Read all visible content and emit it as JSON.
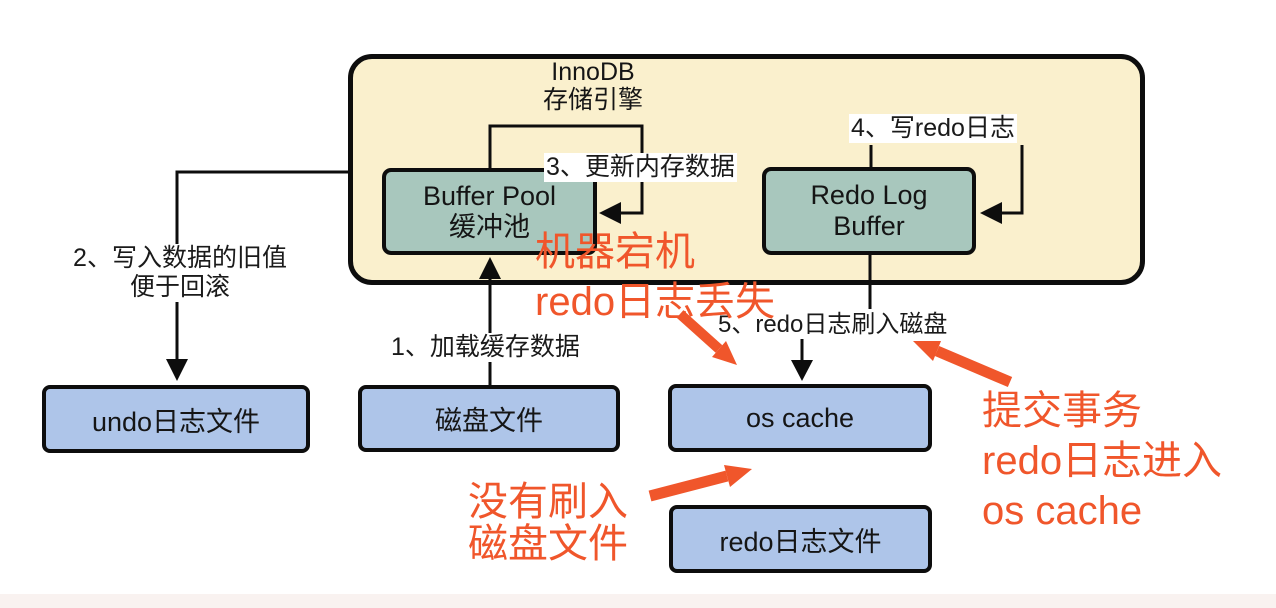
{
  "colors": {
    "container_fill": "#FAF0CD",
    "memory_box_fill": "#A8C7BD",
    "disk_box_fill": "#AEC5E9",
    "border": "#0d0d0d",
    "annotation_red": "#F0562B",
    "footer_strip": "#F9F2F0"
  },
  "innodb": {
    "title1": "InnoDB",
    "title2": "存储引擎"
  },
  "nodes": {
    "buffer_pool": {
      "line1": "Buffer Pool",
      "line2": "缓冲池"
    },
    "redo_log_buffer": {
      "line1": "Redo Log",
      "line2": "Buffer"
    },
    "undo_log_file": {
      "label": "undo日志文件"
    },
    "disk_file": {
      "label": "磁盘文件"
    },
    "os_cache": {
      "label": "os cache"
    },
    "redo_log_file": {
      "label": "redo日志文件"
    }
  },
  "steps": {
    "step1": "1、加载缓存数据",
    "step2_line1": "2、写入数据的旧值",
    "step2_line2": "便于回滚",
    "step3": "3、更新内存数据",
    "step4": "4、写redo日志",
    "step5": "5、redo日志刷入磁盘"
  },
  "annotations": {
    "crash_line1": "机器宕机",
    "crash_line2": "redo日志丢失",
    "not_flushed_line1": "没有刷入",
    "not_flushed_line2": "磁盘文件",
    "commit_line1": "提交事务",
    "commit_line2": "redo日志进入",
    "commit_line3": "os cache"
  }
}
